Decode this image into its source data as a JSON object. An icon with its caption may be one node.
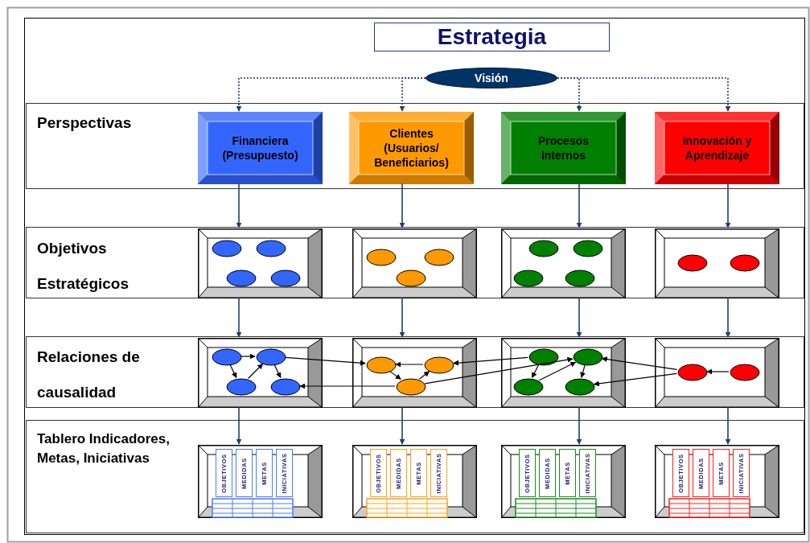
{
  "diagram": {
    "nodes": [
      {
        "text": [
          "Estrategia"
        ]
      },
      {
        "text": [
          "Visión"
        ]
      },
      {
        "text": [
          "Perspectivas"
        ]
      },
      {
        "text": [
          "Financiera (Presupuesto)"
        ],
        "in": 2
      },
      {
        "text": [
          "Clientes (Usuarios/ Beneficiarios)"
        ],
        "in": 2
      },
      {
        "text": [
          "Procesos Internos"
        ],
        "in": 2
      },
      {
        "text": [
          "Innovación y Aprendizaje"
        ],
        "in": 2
      },
      {
        "text": [
          "Objetivos Estratégicos"
        ]
      },
      {
        "text": [],
        "shape": "box",
        "in": 7
      },
      {
        "text": [],
        "shape": "box",
        "in": 7
      },
      {
        "text": [],
        "shape": "box",
        "in": 7
      },
      {
        "text": [],
        "shape": "box",
        "in": 7
      },
      {
        "text": [],
        "shape": "ellipse",
        "in": 8
      },
      {
        "text": [],
        "shape": "ellipse",
        "in": 8
      },
      {
        "text": [],
        "shape": "ellipse",
        "in": 8
      },
      {
        "text": [],
        "shape": "ellipse",
        "in": 8
      },
      {
        "text": [],
        "shape": "ellipse",
        "in": 9
      },
      {
        "text": [],
        "shape": "ellipse",
        "in": 9
      },
      {
        "text": [],
        "shape": "ellipse",
        "in": 9
      },
      {
        "text": [],
        "shape": "ellipse",
        "in": 10
      },
      {
        "text": [],
        "shape": "ellipse",
        "in": 10
      },
      {
        "text": [],
        "shape": "ellipse",
        "in": 10
      },
      {
        "text": [],
        "shape": "ellipse",
        "in": 10
      },
      {
        "text": [],
        "shape": "ellipse",
        "in": 11
      },
      {
        "text": [],
        "shape": "ellipse",
        "in": 11
      },
      {
        "text": [
          "Relaciones de causalidad"
        ]
      },
      {
        "text": [],
        "shape": "box",
        "in": 25
      },
      {
        "text": [],
        "shape": "box",
        "in": 25
      },
      {
        "text": [],
        "shape": "box",
        "in": 25
      },
      {
        "text": [],
        "shape": "box",
        "in": 25
      },
      {
        "text": [],
        "shape": "ellipse",
        "in": 26
      },
      {
        "text": [],
        "shape": "ellipse",
        "in": 26
      },
      {
        "text": [],
        "shape": "ellipse",
        "in": 26
      },
      {
        "text": [],
        "shape": "ellipse",
        "in": 26
      },
      {
        "text": [],
        "shape": "ellipse",
        "in": 27
      },
      {
        "text": [],
        "shape": "ellipse",
        "in": 27
      },
      {
        "text": [],
        "shape": "ellipse",
        "in": 27
      },
      {
        "text": [],
        "shape": "ellipse",
        "in": 28
      },
      {
        "text": [],
        "shape": "ellipse",
        "in": 28
      },
      {
        "text": [],
        "shape": "ellipse",
        "in": 28
      },
      {
        "text": [],
        "shape": "ellipse",
        "in": 28
      },
      {
        "text": [],
        "shape": "ellipse",
        "in": 29
      },
      {
        "text": [],
        "shape": "ellipse",
        "in": 29
      },
      {
        "text": [
          "Tablero Indicadores, Metas, Iniciativas"
        ]
      },
      {
        "text": [],
        "shape": "box",
        "in": 43
      },
      {
        "text": [],
        "shape": "box",
        "in": 43
      },
      {
        "text": [],
        "shape": "box",
        "in": 43
      },
      {
        "text": [],
        "shape": "box",
        "in": 43
      },
      {
        "text": [
          "OBJETIVOS"
        ],
        "in": 44
      },
      {
        "text": [
          "MEDIDAS"
        ],
        "in": 44
      },
      {
        "text": [
          "METAS"
        ],
        "in": 44
      },
      {
        "text": [
          "INICIATIVAS"
        ],
        "in": 44
      },
      {
        "text": [
          "OBJETIVOS"
        ],
        "in": 45
      },
      {
        "text": [
          "MEDIDAS"
        ],
        "in": 45
      },
      {
        "text": [
          "METAS"
        ],
        "in": 45
      },
      {
        "text": [
          "INICIATIVAS"
        ],
        "in": 45
      },
      {
        "text": [
          "OBJETIVOS"
        ],
        "in": 46
      },
      {
        "text": [
          "MEDIDAS"
        ],
        "in": 46
      },
      {
        "text": [
          "METAS"
        ],
        "in": 46
      },
      {
        "text": [
          "INICIATIVAS"
        ],
        "in": 46
      },
      {
        "text": [
          "OBJETIVOS"
        ],
        "in": 47
      },
      {
        "text": [
          "MEDIDAS"
        ],
        "in": 47
      },
      {
        "text": [
          "METAS"
        ],
        "in": 47
      },
      {
        "text": [
          "INICIATIVAS"
        ],
        "in": 47
      }
    ],
    "edges": [
      {
        "from": 1,
        "to": 3,
        "arrow": "to",
        "style": "dashed",
        "color": "#1f3f6f"
      },
      {
        "from": 1,
        "to": 4,
        "arrow": "to",
        "style": "dashed",
        "color": "#1f3f6f"
      },
      {
        "from": 1,
        "to": 5,
        "arrow": "to",
        "style": "dashed",
        "color": "#1f3f6f"
      },
      {
        "from": 1,
        "to": 6,
        "arrow": "to",
        "style": "dashed",
        "color": "#1f3f6f"
      },
      {
        "from": 3,
        "to": 8,
        "arrow": "to",
        "color": "#1f3f6f"
      },
      {
        "from": 4,
        "to": 9,
        "arrow": "to",
        "color": "#1f3f6f"
      },
      {
        "from": 5,
        "to": 10,
        "arrow": "to",
        "color": "#1f3f6f"
      },
      {
        "from": 6,
        "to": 11,
        "arrow": "to",
        "color": "#1f3f6f"
      },
      {
        "from": 8,
        "to": 26,
        "arrow": "to",
        "color": "#1f3f6f"
      },
      {
        "from": 9,
        "to": 27,
        "arrow": "to",
        "color": "#1f3f6f"
      },
      {
        "from": 10,
        "to": 28,
        "arrow": "to",
        "color": "#1f3f6f"
      },
      {
        "from": 11,
        "to": 29,
        "arrow": "to",
        "color": "#1f3f6f"
      },
      {
        "from": 26,
        "to": 44,
        "arrow": "to",
        "color": "#1f3f6f"
      },
      {
        "from": 27,
        "to": 45,
        "arrow": "to",
        "color": "#1f3f6f"
      },
      {
        "from": 28,
        "to": 46,
        "arrow": "to",
        "color": "#1f3f6f"
      },
      {
        "from": 29,
        "to": 47,
        "arrow": "to",
        "color": "#1f3f6f"
      },
      {
        "from": 30,
        "to": 31,
        "arrow": "to"
      },
      {
        "from": 30,
        "to": 32,
        "arrow": "to"
      },
      {
        "from": 32,
        "to": 31,
        "arrow": "to"
      },
      {
        "from": 31,
        "to": 33,
        "arrow": "to"
      },
      {
        "from": 35,
        "to": 34,
        "arrow": "to"
      },
      {
        "from": 34,
        "to": 36,
        "arrow": "to"
      },
      {
        "from": 36,
        "to": 35,
        "arrow": "to"
      },
      {
        "from": 37,
        "to": 39,
        "arrow": "to"
      },
      {
        "from": 39,
        "to": 38,
        "arrow": "to"
      },
      {
        "from": 38,
        "to": 40,
        "arrow": "to"
      },
      {
        "from": 42,
        "to": 41,
        "arrow": "to"
      },
      {
        "from": 31,
        "to": 34,
        "arrow": "to"
      },
      {
        "from": 36,
        "to": 33,
        "arrow": "to"
      },
      {
        "from": 36,
        "to": 38,
        "arrow": "to"
      },
      {
        "from": 37,
        "to": 35,
        "arrow": "to"
      },
      {
        "from": 41,
        "to": 38,
        "arrow": "to"
      },
      {
        "from": 41,
        "to": 40,
        "arrow": "to"
      }
    ]
  }
}
